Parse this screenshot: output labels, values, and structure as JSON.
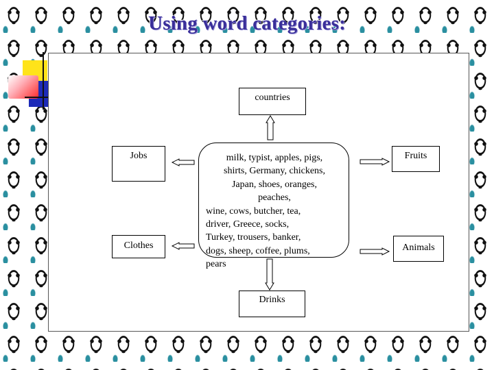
{
  "slide": {
    "title": "Using word categories:"
  },
  "diagram": {
    "categories": {
      "top": "countries",
      "left_top": "Jobs",
      "left_bottom": "Clothes",
      "right_top": "Fruits",
      "right_bottom": "Animals",
      "bottom": "Drinks"
    },
    "center_lines": {
      "l1": "milk, typist, apples, pigs,",
      "l2": "shirts, Germany, chickens,",
      "l3": "Japan, shoes, oranges,",
      "l4": "peaches,",
      "l5": "wine, cows, butcher, tea,",
      "l6": "driver, Greece, socks,",
      "l7": "Turkey, trousers, banker,",
      "l8": "dogs, sheep, coffee, plums,",
      "l9": "pears"
    }
  },
  "colors": {
    "title": "#3a2f9a",
    "deco_yellow": "#ffe31a",
    "deco_blue": "#1d2bb8",
    "deco_red": "#ff2a2a"
  }
}
